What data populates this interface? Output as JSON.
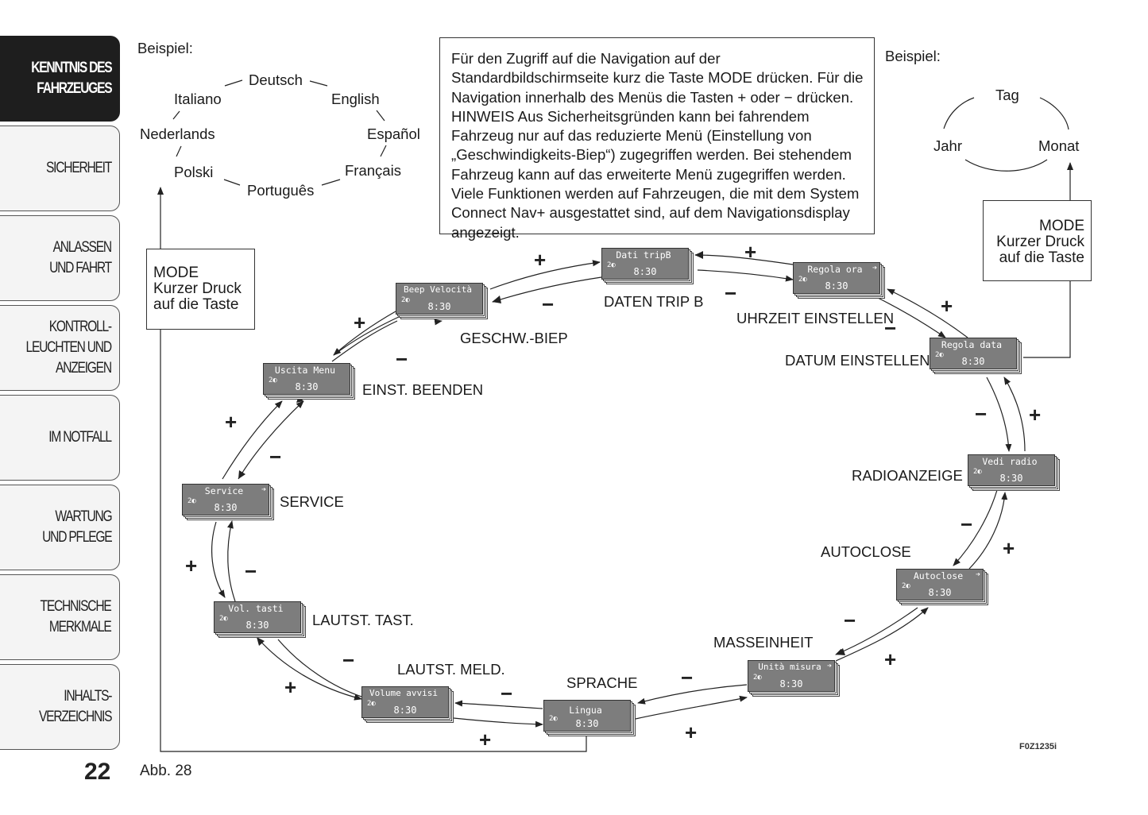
{
  "sidebar": {
    "tabs": [
      {
        "label": "KENNTNIS DES\nFAHRZEUGES",
        "active": true
      },
      {
        "label": "SICHERHEIT",
        "active": false
      },
      {
        "label": "ANLASSEN\nUND FAHRT",
        "active": false
      },
      {
        "label": "KONTROLL-\nLEUCHTEN UND\nANZEIGEN",
        "active": false
      },
      {
        "label": "IM NOTFALL",
        "active": false
      },
      {
        "label": "WARTUNG\nUND PFLEGE",
        "active": false
      },
      {
        "label": "TECHNISCHE\nMERKMALE",
        "active": false
      },
      {
        "label": "INHALTS-\nVERZEICHNIS",
        "active": false
      }
    ]
  },
  "page_number": "22",
  "figure_caption": "Abb. 28",
  "figure_code": "F0Z1235i",
  "example_left": {
    "label": "Beispiel:",
    "languages": [
      "Deutsch",
      "English",
      "Español",
      "Français",
      "Português",
      "Polski",
      "Nederlands",
      "Italiano"
    ]
  },
  "example_right": {
    "label": "Beispiel:",
    "items": [
      "Tag",
      "Monat",
      "Jahr"
    ]
  },
  "info_box": {
    "paragraph1": "Für den Zugriff auf die Navigation auf der Standardbildschirmseite kurz die Taste MODE drücken. Für die Navigation innerhalb des Menüs die Tasten + oder − drücken.",
    "paragraph2": "HINWEIS Aus Sicherheitsgründen kann bei fahrendem Fahrzeug nur auf das reduzierte Menü (Einstellung von „Geschwindigkeits-Biep“) zugegriffen werden. Bei stehendem Fahrzeug kann auf das erweiterte Menü zugegriffen werden. Viele Funktionen werden auf Fahrzeugen, die mit dem System Connect Nav+ ausgestattet sind, auf dem Navigationsdisplay angezeigt."
  },
  "mode_left": "MODE\nKurzer Druck\nauf die Taste",
  "mode_right": "MODE\nKurzer Druck\nauf die Taste",
  "lcd_clock": "8:30",
  "lcd_indicator": "2◐",
  "menu_items": [
    {
      "display": "Dati tripB",
      "caption": "DATEN TRIP B",
      "arrow": false
    },
    {
      "display": "Regola ora",
      "caption": "UHRZEIT EINSTELLEN",
      "arrow": true
    },
    {
      "display": "Regola data",
      "caption": "DATUM EINSTELLEN",
      "arrow": false
    },
    {
      "display": "Vedi radio",
      "caption": "RADIOANZEIGE",
      "arrow": false
    },
    {
      "display": "Autoclose",
      "caption": "AUTOCLOSE",
      "arrow": true
    },
    {
      "display": "Unità misura",
      "caption": "MASSEINHEIT",
      "arrow": true
    },
    {
      "display": "Lingua",
      "caption": "SPRACHE",
      "arrow": false
    },
    {
      "display": "Volume avvisi",
      "caption": "LAUTST. MELD.",
      "arrow": false
    },
    {
      "display": "Vol. tasti",
      "caption": "LAUTST. TAST.",
      "arrow": false
    },
    {
      "display": "Service",
      "caption": "SERVICE",
      "arrow": true
    },
    {
      "display": "Uscita Menu",
      "caption": "EINST. BEENDEN",
      "arrow": false
    },
    {
      "display": "Beep Velocità",
      "caption": "GESCHW.-BIEP",
      "arrow": false
    }
  ],
  "signs": {
    "plus": "+",
    "minus": "−"
  }
}
